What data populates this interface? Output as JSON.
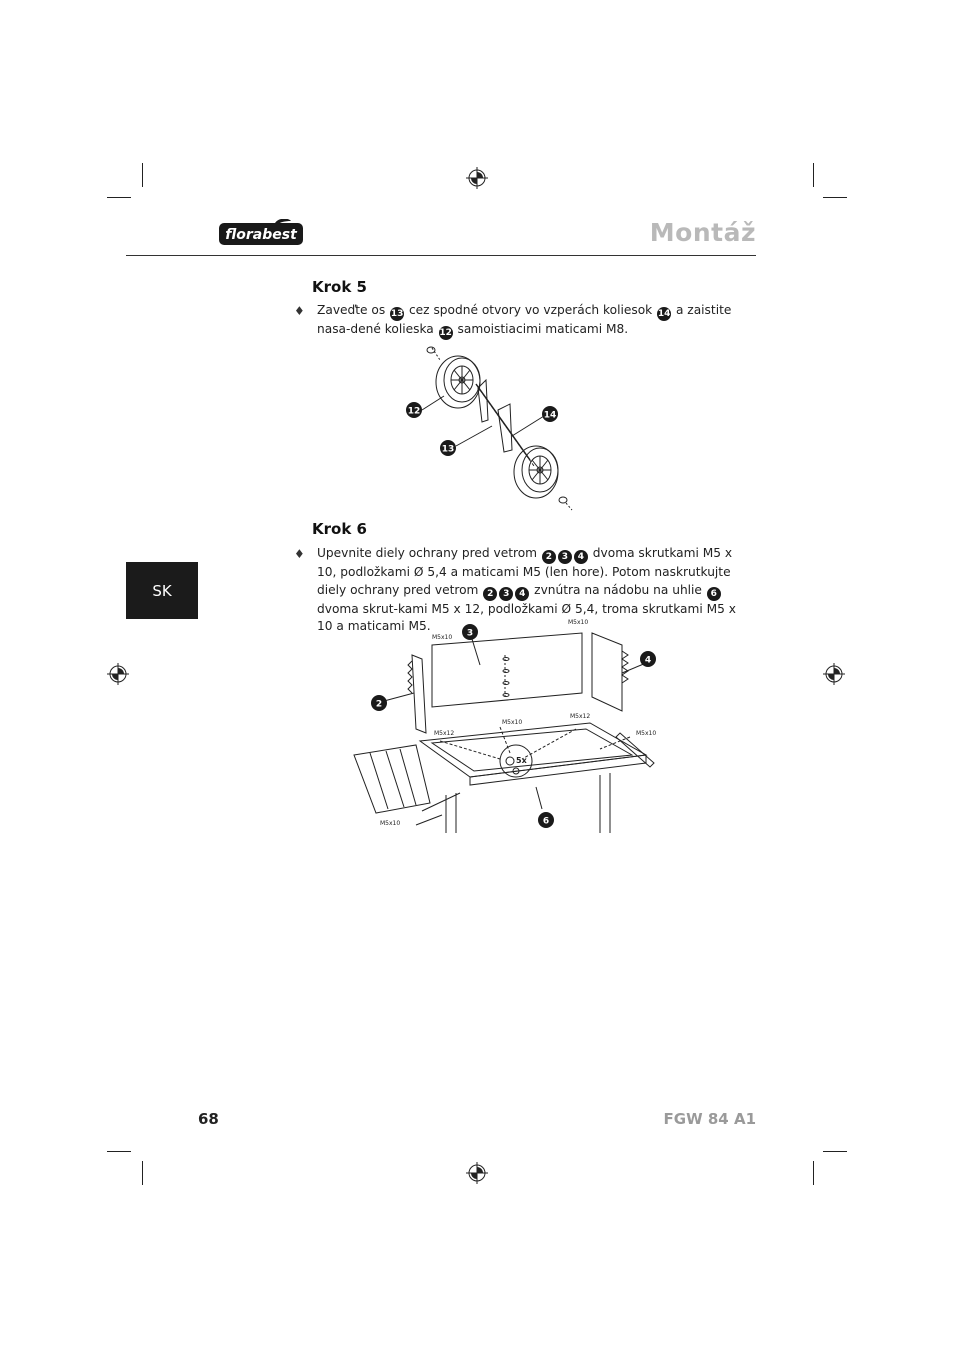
{
  "header": {
    "brand": "florabest",
    "title": "Montáž"
  },
  "side_tab": {
    "label": "SK"
  },
  "step5": {
    "heading": "Krok 5",
    "bullet": "♦",
    "t1": "Zaveďte os ",
    "n1": "13",
    "t2": " cez spodné otvory vo vzperách koliesok ",
    "n2": "14",
    "t3": " a zaistite nasa-dené kolieska ",
    "n3": "12",
    "t4": " samoistiacimi maticami M8.",
    "figure_labels": [
      "12",
      "14",
      "13"
    ]
  },
  "step6": {
    "heading": "Krok 6",
    "bullet": "♦",
    "t1": "Upevnite diely ochrany pred vetrom ",
    "n1": "2",
    "n2": "3",
    "n3": "4",
    "t2": " dvoma skrutkami M5 x 10, podložkami Ø 5,4 a maticami M5 (len hore). Potom naskrutkujte diely ochrany pred vetrom ",
    "n4": "2",
    "n5": "3",
    "n6": "4",
    "t3": " zvnútra na nádobu na uhlie ",
    "n7": "6",
    "t4": " dvoma skrut-kami M5 x 12, podložkami Ø 5,4, troma skrutkami M5 x 10 a maticami M5.",
    "figure_labels": {
      "part3": "3",
      "part4": "4",
      "part2": "2",
      "part6": "6",
      "screw_a": "M5x10",
      "screw_b": "M5x10",
      "screw_c": "M5x12",
      "screw_d": "M5x10",
      "screw_e": "M5x12",
      "screw_f": "M5x10",
      "screw_g": "M5x10",
      "count": "5x"
    }
  },
  "footer": {
    "page_number": "68",
    "model": "FGW 84 A1"
  }
}
